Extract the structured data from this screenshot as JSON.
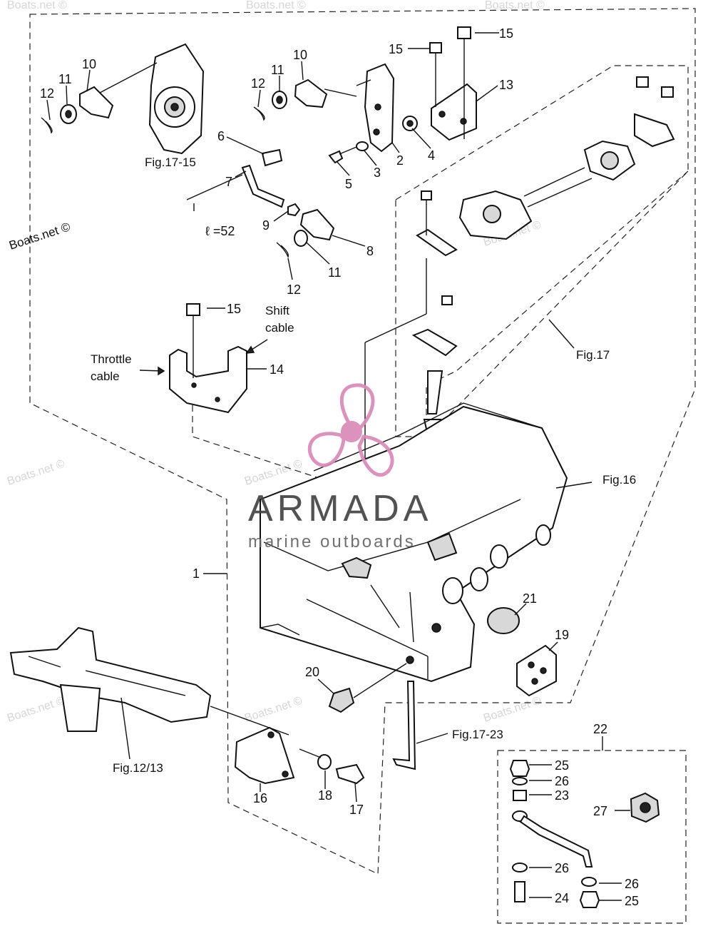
{
  "copyright": "Boats.net ©",
  "watermark_text": "Boats.net ©",
  "brand": {
    "name": "ARMADA",
    "tagline": "marine outboards",
    "accent": "#d98ab8"
  },
  "figure_refs": {
    "f1715": "Fig.17-15",
    "f17": "Fig.17",
    "f16": "Fig.16",
    "f1723": "Fig.17-23",
    "f1213": "Fig.12/13"
  },
  "annotations": {
    "length": "ℓ =52",
    "shift_cable_1": "Shift",
    "shift_cable_2": "cable",
    "throttle_cable_1": "Throttle",
    "throttle_cable_2": "cable"
  },
  "callouts": {
    "c1": "1",
    "c2": "2",
    "c3": "3",
    "c4": "4",
    "c5": "5",
    "c6": "6",
    "c7": "7",
    "c8": "8",
    "c9": "9",
    "c10a": "10",
    "c10b": "10",
    "c11a": "11",
    "c11b": "11",
    "c11c": "11",
    "c12a": "12",
    "c12b": "12",
    "c12c": "12",
    "c13": "13",
    "c14": "14",
    "c15a": "15",
    "c15b": "15",
    "c15c": "15",
    "c16": "16",
    "c17": "17",
    "c18": "18",
    "c19": "19",
    "c20": "20",
    "c21": "21",
    "c22": "22",
    "c23": "23",
    "c24": "24",
    "c25a": "25",
    "c25b": "25",
    "c26a": "26",
    "c26b": "26",
    "c26c": "26",
    "c27": "27"
  }
}
